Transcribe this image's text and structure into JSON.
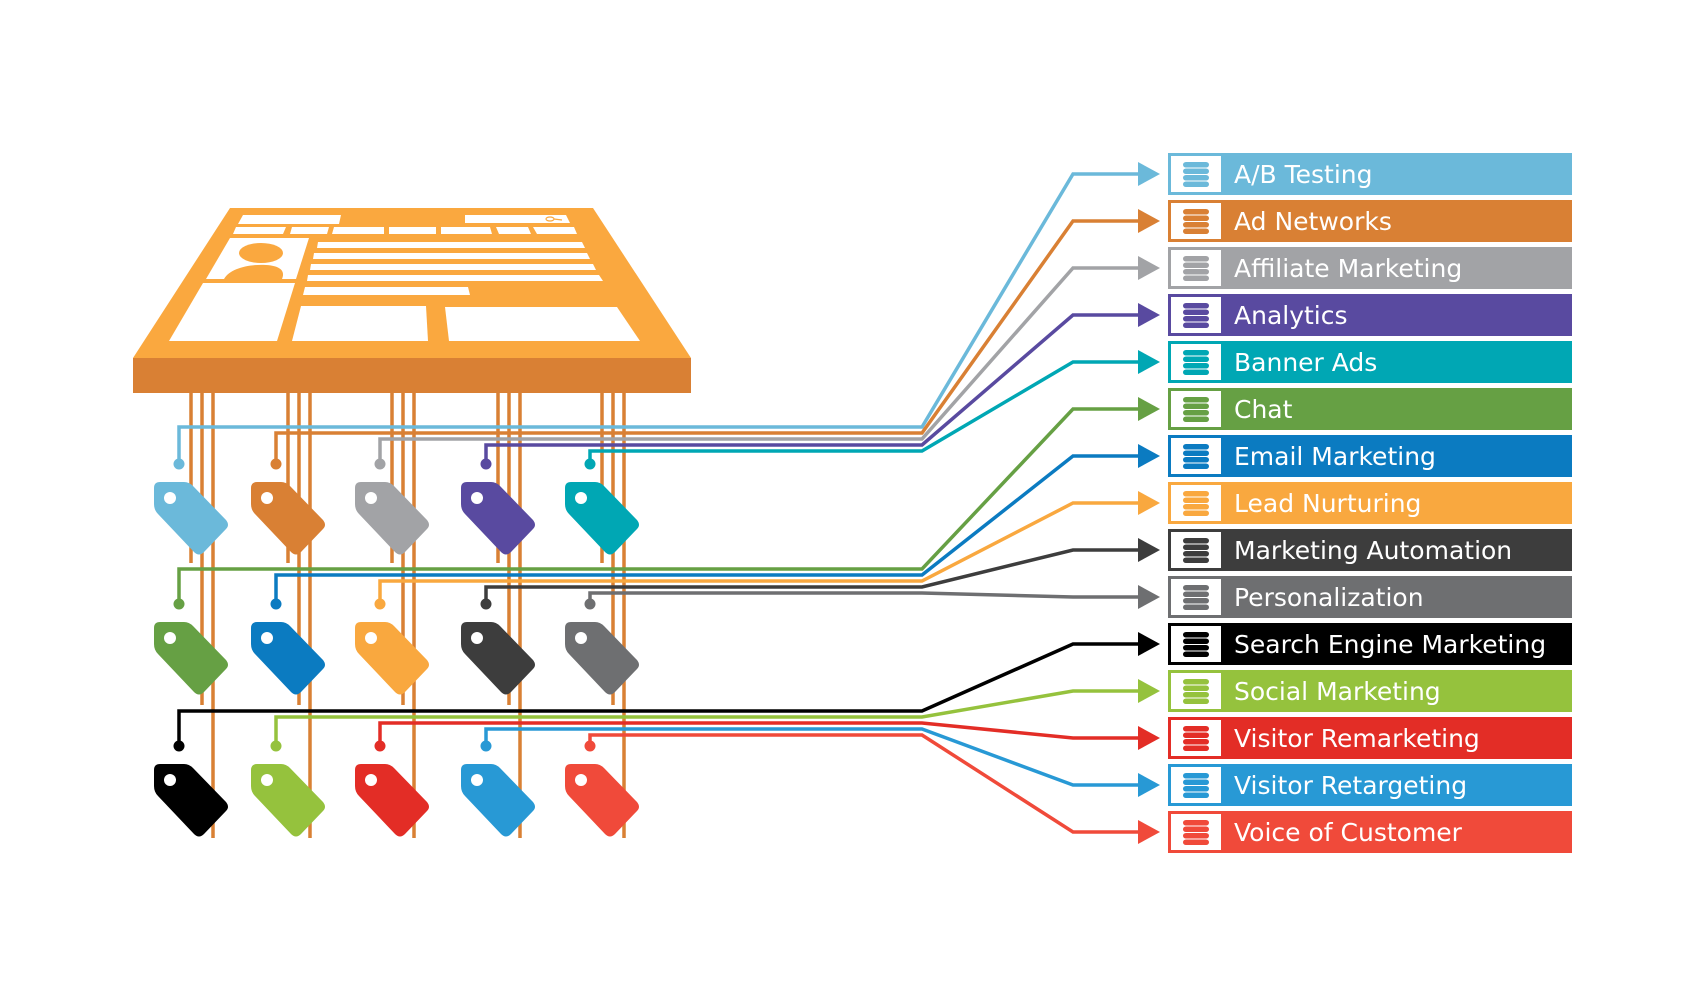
{
  "diagram": {
    "type": "tag-management-integration",
    "source": "website",
    "tags_per_row": 5,
    "integrations": [
      {
        "label": "A/B Testing",
        "color": "#6BB9DA",
        "icon": "database-icon"
      },
      {
        "label": "Ad Networks",
        "color": "#D98034",
        "icon": "database-icon"
      },
      {
        "label": "Affiliate Marketing",
        "color": "#A2A3A6",
        "icon": "database-icon"
      },
      {
        "label": "Analytics",
        "color": "#594AA0",
        "icon": "database-icon"
      },
      {
        "label": "Banner Ads",
        "color": "#00A7B4",
        "icon": "database-icon"
      },
      {
        "label": "Chat",
        "color": "#66A044",
        "icon": "database-icon"
      },
      {
        "label": "Email Marketing",
        "color": "#0B7BC1",
        "icon": "database-icon"
      },
      {
        "label": "Lead Nurturing",
        "color": "#F9A83F",
        "icon": "database-icon"
      },
      {
        "label": "Marketing Automation",
        "color": "#3D3D3D",
        "icon": "database-icon"
      },
      {
        "label": "Personalization",
        "color": "#6E6F71",
        "icon": "database-icon"
      },
      {
        "label": "Search Engine Marketing",
        "color": "#000000",
        "icon": "database-icon"
      },
      {
        "label": "Social Marketing",
        "color": "#95C23D",
        "icon": "database-icon"
      },
      {
        "label": "Visitor Remarketing",
        "color": "#E32D26",
        "icon": "database-icon"
      },
      {
        "label": "Visitor Retargeting",
        "color": "#2899D5",
        "icon": "database-icon"
      },
      {
        "label": "Voice of Customer",
        "color": "#F04A3A",
        "icon": "database-icon"
      }
    ],
    "colors": {
      "website_top": "#FAA83F",
      "website_side": "#D98034",
      "website_content": "#FFFFFF",
      "connector_vertical": "#D98034"
    }
  }
}
